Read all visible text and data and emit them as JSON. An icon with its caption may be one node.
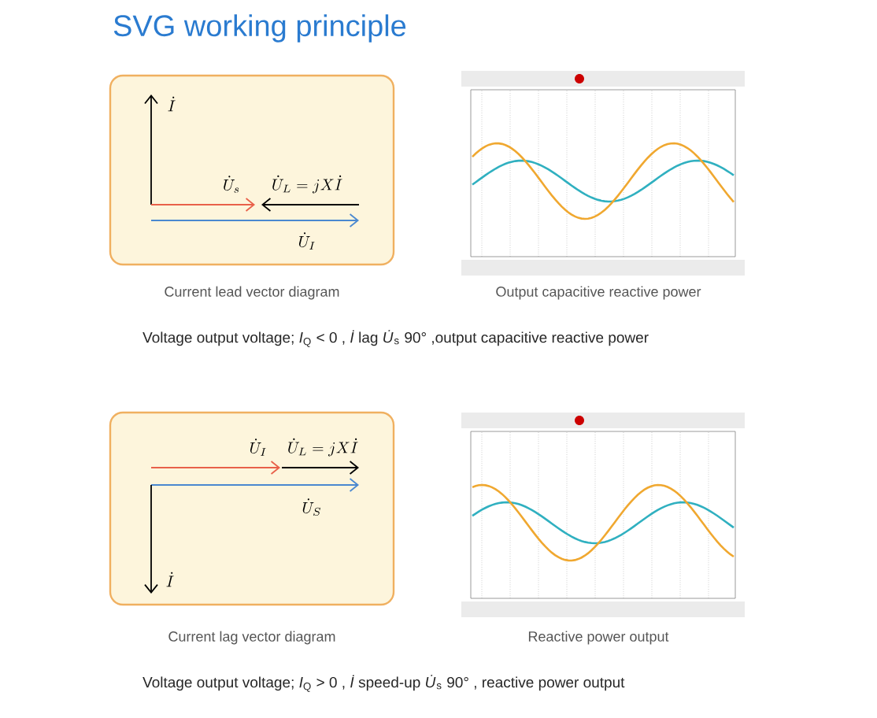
{
  "diagram": {
    "title": "SVG working principle",
    "nodes": [
      {
        "text": [
          "\\dot{I}",
          "\\dot{U}_s",
          "\\dot{U}_L = jX\\dot{I}",
          "\\dot{U}_I"
        ],
        "beside": [
          "Current lead vector diagram"
        ]
      },
      {
        "text": [
          "\\dot{U}_I",
          "\\dot{U}_L = jX\\dot{I}",
          "\\dot{U}_S",
          "\\dot{I}"
        ],
        "beside": [
          "Current lag vector diagram"
        ]
      }
    ],
    "edges": [],
    "labels": [
      "Output capacitive reactive power",
      "Voltage output voltage; *I*$_{Q}$ < 0 , *İ* lag *U̇*$_{s}$ 90° ,output capacitive reactive power",
      "Reactive power output",
      "Voltage output voltage; *I*$_{Q}$ > 0 , *İ* speed-up *U̇*$_{s}$ 90° , reactive power output"
    ]
  }
}
